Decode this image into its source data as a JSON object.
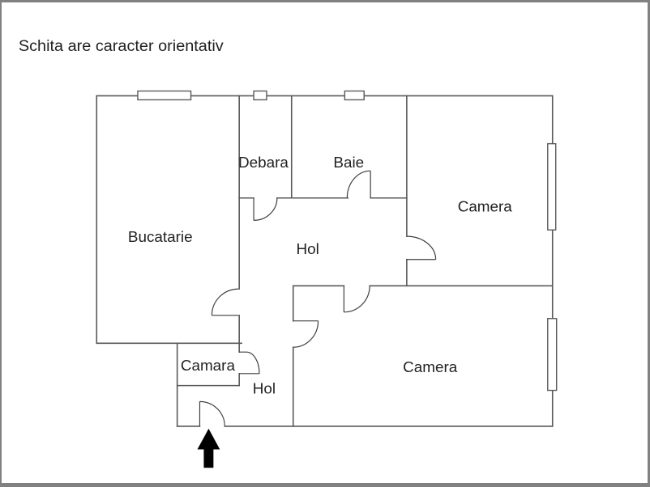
{
  "title": "Schita are caracter orientativ",
  "colors": {
    "wall": "#58595b",
    "door": "#3f3f3f",
    "window": "#58595b",
    "text": "#231f20",
    "arrow": "#000000",
    "frame": "#818181",
    "background": "#ffffff"
  },
  "rooms": {
    "bucatarie": {
      "label": "Bucatarie"
    },
    "debara": {
      "label": "Debara"
    },
    "baie": {
      "label": "Baie"
    },
    "hol": {
      "label": "Hol"
    },
    "camera_top": {
      "label": "Camera"
    },
    "camera_bottom": {
      "label": "Camera"
    },
    "camara": {
      "label": "Camara"
    },
    "hol_small": {
      "label": "Hol"
    }
  }
}
